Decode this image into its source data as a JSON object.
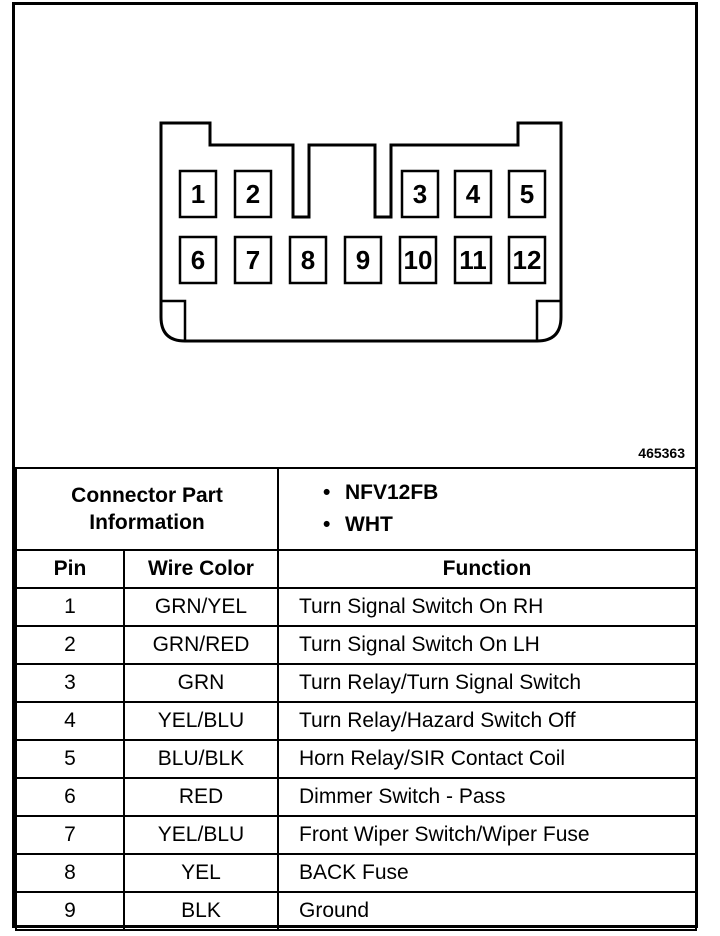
{
  "figure_id": "465363",
  "connector": {
    "pins_top_row": [
      "1",
      "2",
      "3",
      "4",
      "5"
    ],
    "pins_bottom_row": [
      "6",
      "7",
      "8",
      "9",
      "10",
      "11",
      "12"
    ]
  },
  "part_info": {
    "label": "Connector Part Information",
    "label_line1": "Connector Part",
    "label_line2": "Information",
    "values": [
      "NFV12FB",
      "WHT"
    ]
  },
  "table": {
    "headers": {
      "pin": "Pin",
      "wire_color": "Wire Color",
      "function": "Function"
    },
    "rows": [
      {
        "pin": "1",
        "wire_color": "GRN/YEL",
        "function": "Turn Signal Switch On RH"
      },
      {
        "pin": "2",
        "wire_color": "GRN/RED",
        "function": "Turn Signal Switch On LH"
      },
      {
        "pin": "3",
        "wire_color": "GRN",
        "function": "Turn Relay/Turn Signal Switch"
      },
      {
        "pin": "4",
        "wire_color": "YEL/BLU",
        "function": "Turn Relay/Hazard Switch Off"
      },
      {
        "pin": "5",
        "wire_color": "BLU/BLK",
        "function": "Horn Relay/SIR Contact Coil"
      },
      {
        "pin": "6",
        "wire_color": "RED",
        "function": "Dimmer Switch - Pass"
      },
      {
        "pin": "7",
        "wire_color": "YEL/BLU",
        "function": "Front Wiper Switch/Wiper Fuse"
      },
      {
        "pin": "8",
        "wire_color": "YEL",
        "function": "BACK Fuse"
      },
      {
        "pin": "9",
        "wire_color": "BLK",
        "function": "Ground"
      }
    ]
  }
}
